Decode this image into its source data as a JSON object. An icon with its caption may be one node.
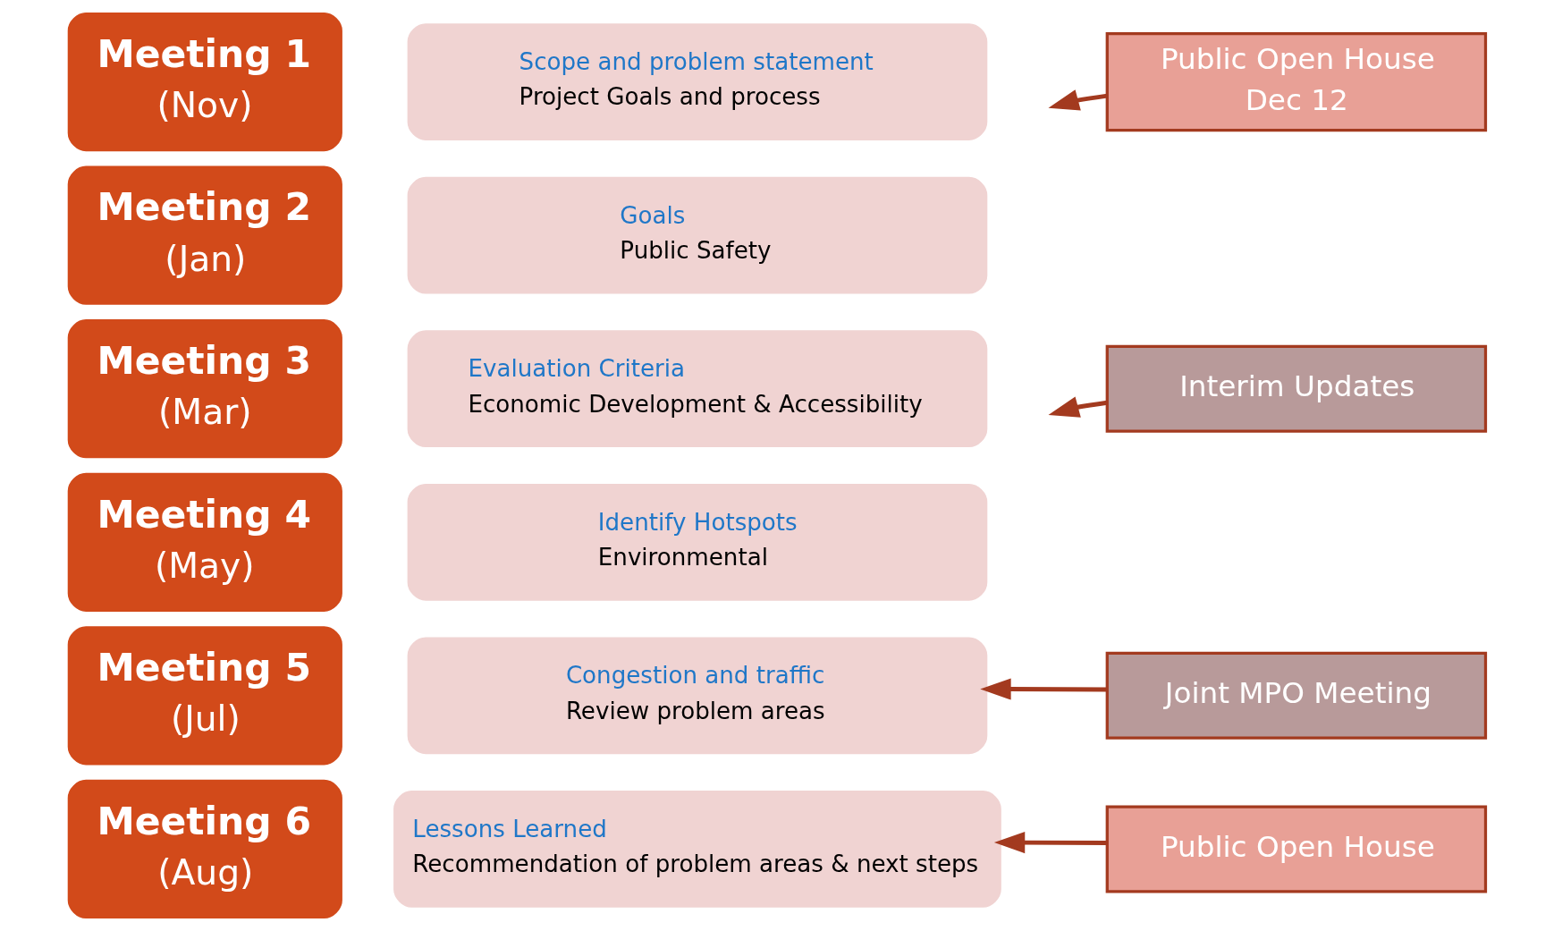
{
  "diagram": {
    "nodes": [
      {
        "text": [
          "Meeting 1",
          "(Nov)"
        ]
      },
      {
        "text": [
          "Scope and problem statement",
          "Project Goals and process"
        ]
      },
      {
        "text": [
          "Public Open House",
          "Dec 12"
        ]
      },
      {
        "text": [
          "Meeting 2",
          "(Jan)"
        ]
      },
      {
        "text": [
          "Goals",
          "Public Safety"
        ]
      },
      {
        "text": [
          "Meeting 3",
          "(Mar)"
        ]
      },
      {
        "text": [
          "Evaluation Criteria",
          "Economic Development & Accessibility"
        ]
      },
      {
        "text": [
          "Interim Updates"
        ]
      },
      {
        "text": [
          "Meeting 4",
          "(May)"
        ]
      },
      {
        "text": [
          "Identify Hotspots",
          "Environmental"
        ]
      },
      {
        "text": [
          "Meeting 5",
          "(Jul)"
        ]
      },
      {
        "text": [
          "Congestion and traffic",
          "Review problem areas"
        ]
      },
      {
        "text": [
          "Joint MPO Meeting"
        ]
      },
      {
        "text": [
          "Meeting 6",
          "(Aug)"
        ]
      },
      {
        "text": [
          "Lessons Learned",
          "Recommendation of problem areas & next steps"
        ]
      },
      {
        "text": [
          "Public Open House"
        ]
      }
    ],
    "edges": [
      {
        "from": 2,
        "to": null,
        "arrow": "to"
      },
      {
        "from": 7,
        "to": null,
        "arrow": "to"
      },
      {
        "from": 12,
        "to": 11,
        "arrow": "to"
      },
      {
        "from": 15,
        "to": 14,
        "arrow": "to"
      }
    ]
  }
}
